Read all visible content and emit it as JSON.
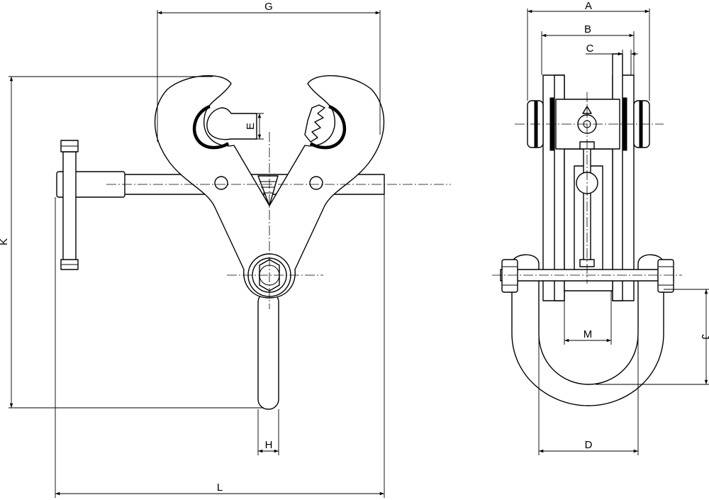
{
  "dimension_labels": {
    "G": "G",
    "K": "K",
    "E": "E",
    "H": "H",
    "L": "L",
    "A": "A",
    "B": "B",
    "C": "C",
    "M": "M",
    "J": "J",
    "D": "D"
  }
}
